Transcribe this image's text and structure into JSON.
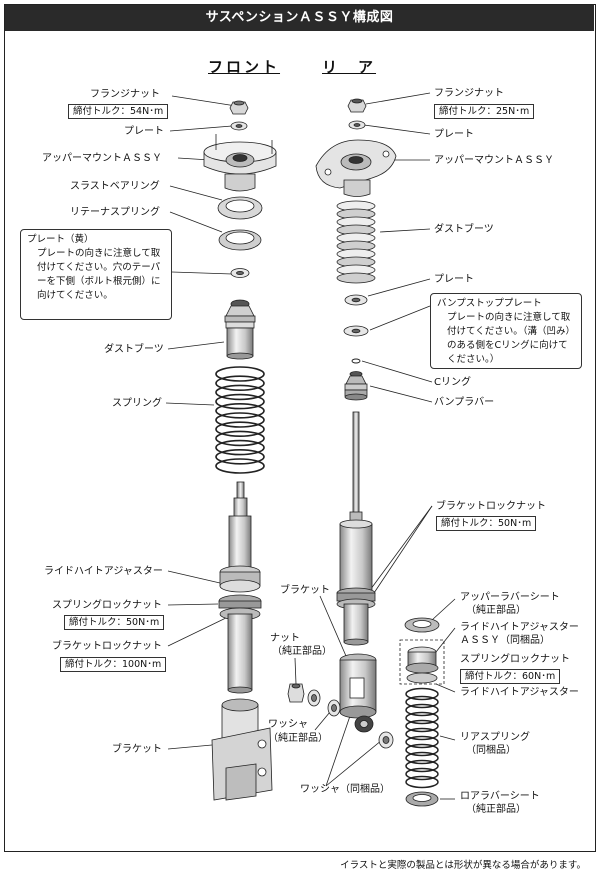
{
  "title": "サスペンションＡＳＳＹ構成図",
  "headers": {
    "front": "フロント",
    "rear": "リ　ア"
  },
  "front": {
    "flange_nut": "フランジナット",
    "flange_nut_torque": "締付トルク：54N･m",
    "plate": "プレート",
    "upper_mount": "アッパーマウントＡＳＳＹ",
    "thrust_bearing": "スラストベアリング",
    "retainer_spring": "リテーナスプリング",
    "dust_boot": "ダストブーツ",
    "spring": "スプリング",
    "ride_height_adjuster": "ライドハイトアジャスター",
    "spring_lock_nut": "スプリングロックナット",
    "spring_lock_nut_torque": "締付トルク：50N･m",
    "bracket_lock_nut": "ブラケットロックナット",
    "bracket_lock_nut_torque": "締付トルク：100N･m",
    "bracket": "ブラケット"
  },
  "note_front": {
    "title": "プレート（黄）",
    "body": "プレートの向きに注意して取付けてください。穴のテーパーを下側（ボルト根元側）に向けてください。"
  },
  "rear": {
    "flange_nut": "フランジナット",
    "flange_nut_torque": "締付トルク：25N･m",
    "plate": "プレート",
    "upper_mount": "アッパーマウントＡＳＳＹ",
    "dust_boot": "ダストブーツ",
    "plate2": "プレート",
    "c_ring": "Cリング",
    "bump_rubber": "バンプラバー",
    "bracket_lock_nut": "ブラケットロックナット",
    "bracket_lock_nut_torque": "締付トルク：50N･m",
    "bracket": "ブラケット",
    "nut": "ナット",
    "nut_note": "（純正部品）",
    "washer": "ワッシャ",
    "washer_note": "（純正部品）",
    "washer_bundled": "ワッシャ（同梱品）",
    "upper_rubber_seat": "アッパーラバーシート",
    "upper_rubber_seat_note": "（純正部品）",
    "ride_height_adjuster_assy": "ライドハイトアジャスター",
    "ride_height_adjuster_assy_note": "ＡＳＳＹ（同梱品）",
    "spring_lock_nut": "スプリングロックナット",
    "spring_lock_nut_torque": "締付トルク：60N･m",
    "ride_height_adjuster": "ライドハイトアジャスター",
    "rear_spring": "リアスプリング",
    "rear_spring_note": "（同梱品）",
    "lower_rubber_seat": "ロアラバーシート",
    "lower_rubber_seat_note": "（純正部品）"
  },
  "note_rear": {
    "title": "バンプストッププレート",
    "body": "プレートの向きに注意して取付けてください。（溝（凹み）のある側をCリングに向けてください。）"
  },
  "footer": "イラストと実際の製品とは形状が異なる場合があります。",
  "colors": {
    "title_bg": "#2a2a2a",
    "line": "#222222",
    "part_fill": "#e8e8e8",
    "part_dark": "#9a9a9a"
  }
}
